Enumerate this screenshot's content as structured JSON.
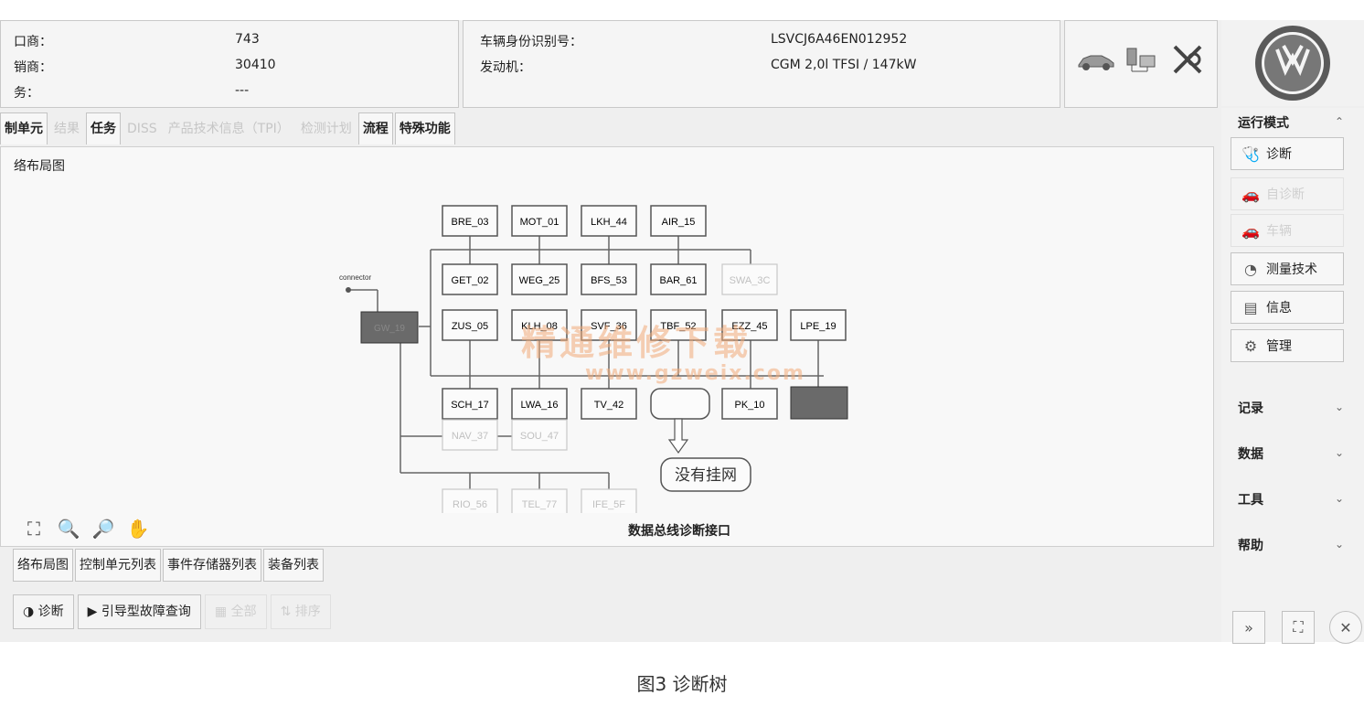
{
  "header": {
    "left": [
      {
        "label": "口商：",
        "value": "743"
      },
      {
        "label": "销商：",
        "value": "30410"
      },
      {
        "label": "务：",
        "value": "---"
      }
    ],
    "mid": [
      {
        "label": "车辆身份识别号：",
        "value": "LSVCJ6A46EN012952"
      },
      {
        "label": "发动机：",
        "value": "CGM 2,0l TFSI / 147kW"
      }
    ]
  },
  "tabs": [
    {
      "label": "制单元",
      "enabled": true
    },
    {
      "label": "结果",
      "enabled": false
    },
    {
      "label": "任务",
      "enabled": true
    },
    {
      "label": "DISS",
      "enabled": false
    },
    {
      "label": "产品技术信息（TPI）",
      "enabled": false
    },
    {
      "label": "检测计划",
      "enabled": false
    },
    {
      "label": "流程",
      "enabled": true
    },
    {
      "label": "特殊功能",
      "enabled": true
    }
  ],
  "panel": {
    "title": "络布局图",
    "bus_label": "数据总线诊断接口",
    "connector_label": "connector",
    "gateway_label": "GW_19",
    "callout": "没有挂网",
    "nodes": [
      {
        "id": "BRE_03",
        "state": "normal"
      },
      {
        "id": "MOT_01",
        "state": "normal"
      },
      {
        "id": "LKH_44",
        "state": "normal"
      },
      {
        "id": "AIR_15",
        "state": "normal"
      },
      {
        "id": "GET_02",
        "state": "normal"
      },
      {
        "id": "WEG_25",
        "state": "normal"
      },
      {
        "id": "BFS_53",
        "state": "normal"
      },
      {
        "id": "BAR_61",
        "state": "normal"
      },
      {
        "id": "SWA_3C",
        "state": "faded"
      },
      {
        "id": "ZUS_05",
        "state": "normal"
      },
      {
        "id": "KLH_08",
        "state": "normal"
      },
      {
        "id": "SVF_36",
        "state": "normal"
      },
      {
        "id": "TBF_52",
        "state": "normal"
      },
      {
        "id": "EZZ_45",
        "state": "normal"
      },
      {
        "id": "LPE_19",
        "state": "normal"
      },
      {
        "id": "SCH_17",
        "state": "normal"
      },
      {
        "id": "LWA_16",
        "state": "normal"
      },
      {
        "id": "TV_42",
        "state": "normal"
      },
      {
        "id": "",
        "state": "unresponsive"
      },
      {
        "id": "PK_10",
        "state": "normal"
      },
      {
        "id": "",
        "state": "dark"
      },
      {
        "id": "NAV_37",
        "state": "faded"
      },
      {
        "id": "SOU_47",
        "state": "faded"
      },
      {
        "id": "RIO_56",
        "state": "faded"
      },
      {
        "id": "TEL_77",
        "state": "faded"
      },
      {
        "id": "IFE_5F",
        "state": "faded"
      }
    ]
  },
  "subtabs": [
    "络布局图",
    "控制单元列表",
    "事件存储器列表",
    "装备列表"
  ],
  "bottom_buttons": [
    {
      "label": "诊断",
      "icon": "stethoscope-icon",
      "enabled": true
    },
    {
      "label": "引导型故障查询",
      "icon": "play-icon",
      "enabled": true
    },
    {
      "label": "全部",
      "icon": "grid-icon",
      "enabled": false
    },
    {
      "label": "排序",
      "icon": "sort-icon",
      "enabled": false
    }
  ],
  "sidebar": {
    "mode_title": "运行模式",
    "buttons": [
      {
        "label": "诊断",
        "icon": "stethoscope-icon",
        "enabled": true
      },
      {
        "label": "自诊断",
        "icon": "car-icon",
        "enabled": false
      },
      {
        "label": "车辆",
        "icon": "car-icon",
        "enabled": false
      },
      {
        "label": "测量技术",
        "icon": "gauge-icon",
        "enabled": true
      },
      {
        "label": "信息",
        "icon": "book-icon",
        "enabled": true
      },
      {
        "label": "管理",
        "icon": "gear-icon",
        "enabled": true
      }
    ],
    "sections": [
      "记录",
      "数据",
      "工具",
      "帮助"
    ]
  },
  "watermark": {
    "main": "精通维修下载",
    "sub": "www.gzweix.com"
  },
  "caption": "图3   诊断树"
}
